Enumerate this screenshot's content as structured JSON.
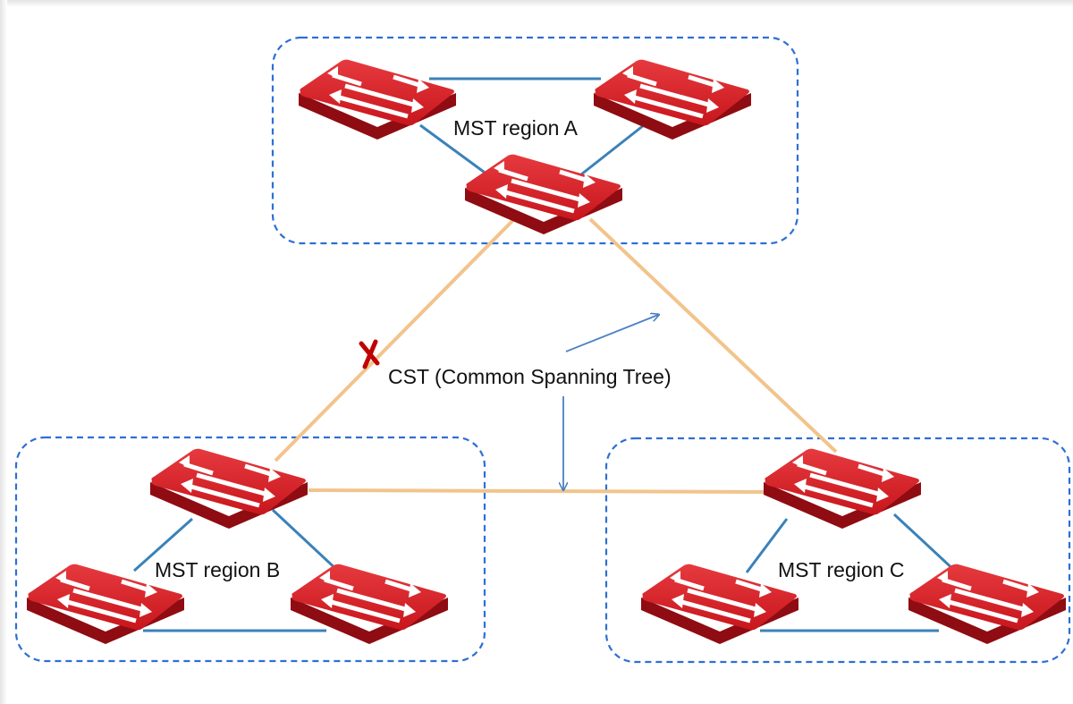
{
  "regions": [
    {
      "id": "A",
      "label": "MST region A"
    },
    {
      "id": "B",
      "label": "MST region B"
    },
    {
      "id": "C",
      "label": "MST region C"
    }
  ],
  "cst_label": "CST (Common Spanning Tree)",
  "icons": {
    "switch": "network-switch-icon",
    "blocked_port": "x-mark-icon",
    "callout": "arrow-icon"
  },
  "colors": {
    "region_border": "#2d6fd6",
    "intra_region_link": "#3a82b8",
    "cst_link": "#f2c48c",
    "switch_body": "#c8161d",
    "blocked_mark": "#c00000",
    "callout_arrow": "#4a7fc4"
  }
}
